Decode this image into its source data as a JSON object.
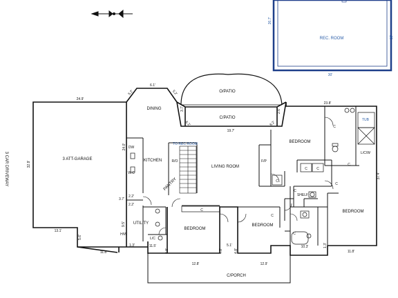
{
  "rooms": {
    "garage": "3 ATT-GARAGE",
    "driveway": "3 CAR DRIVEWAY",
    "dining": "DINING",
    "kitchen": "KITCHEN",
    "living": "LIVING ROOM",
    "open_patio": "O/PATIO",
    "covered_patio": "C/PATIO",
    "bedroom_ne": "BEDROOM",
    "bedroom_e": "BEDROOM",
    "bedroom_s1": "BEDROOM",
    "bedroom_s2": "BEDROOM",
    "utility": "UTILITY",
    "pantry": "PANTRY",
    "porch": "C/PORCH",
    "rec_room": "REC. ROOM"
  },
  "fixtures": {
    "dw": "DW",
    "wc": "W.C",
    "ro": "R/O",
    "fp": "F/P",
    "tub": "TUB",
    "lcw": "L/C/W",
    "shelf": "SHELF",
    "hw": "H/W",
    "c": "C",
    "lc": "L/C",
    "to_rec_room": "TO REC ROOM"
  },
  "dims": {
    "garage_w": "24.9'",
    "garage_h": "32.9'",
    "garage_bottom": "13.1'",
    "garage_notch": "5.6'",
    "d_11_8_left": "11.8'",
    "d_1_3": "1.3'",
    "d_6_1": "6.1'",
    "d_5_2a": "5.2'",
    "d_5_2b": "5.2'",
    "d_3_7a": "3.7'",
    "d_2_6": "2.6'",
    "d_19_7": "19.7'",
    "d_6_2": "6.2'",
    "d_8_2": "8.2'",
    "d_23_8": "23.8'",
    "d_24_0": "24.0'",
    "d_37_4": "37.4'",
    "d_3_7b": "3.7'",
    "d_2_2a": "2.2'",
    "d_2_2b": "2.2'",
    "d_9_5": "9.5'",
    "d_11_5": "11.5'",
    "d_4_8a": "4.8'",
    "d_12_8": "12.8'",
    "d_4_8b": "4.8'",
    "d_5_1": "5.1'",
    "d_4_8c": "4.8'",
    "d_12_9": "12.9'",
    "d_10_3": "10.3'",
    "d_1_3b": "1.3'",
    "d_11_8_right": "11.8'",
    "rec_h": "26.7'",
    "rec_w": "30'",
    "rec_side": "18'"
  },
  "colors": {
    "line": "#111111",
    "rec_room": "#1e3f8a",
    "accent_text": "#2b5ea8"
  }
}
